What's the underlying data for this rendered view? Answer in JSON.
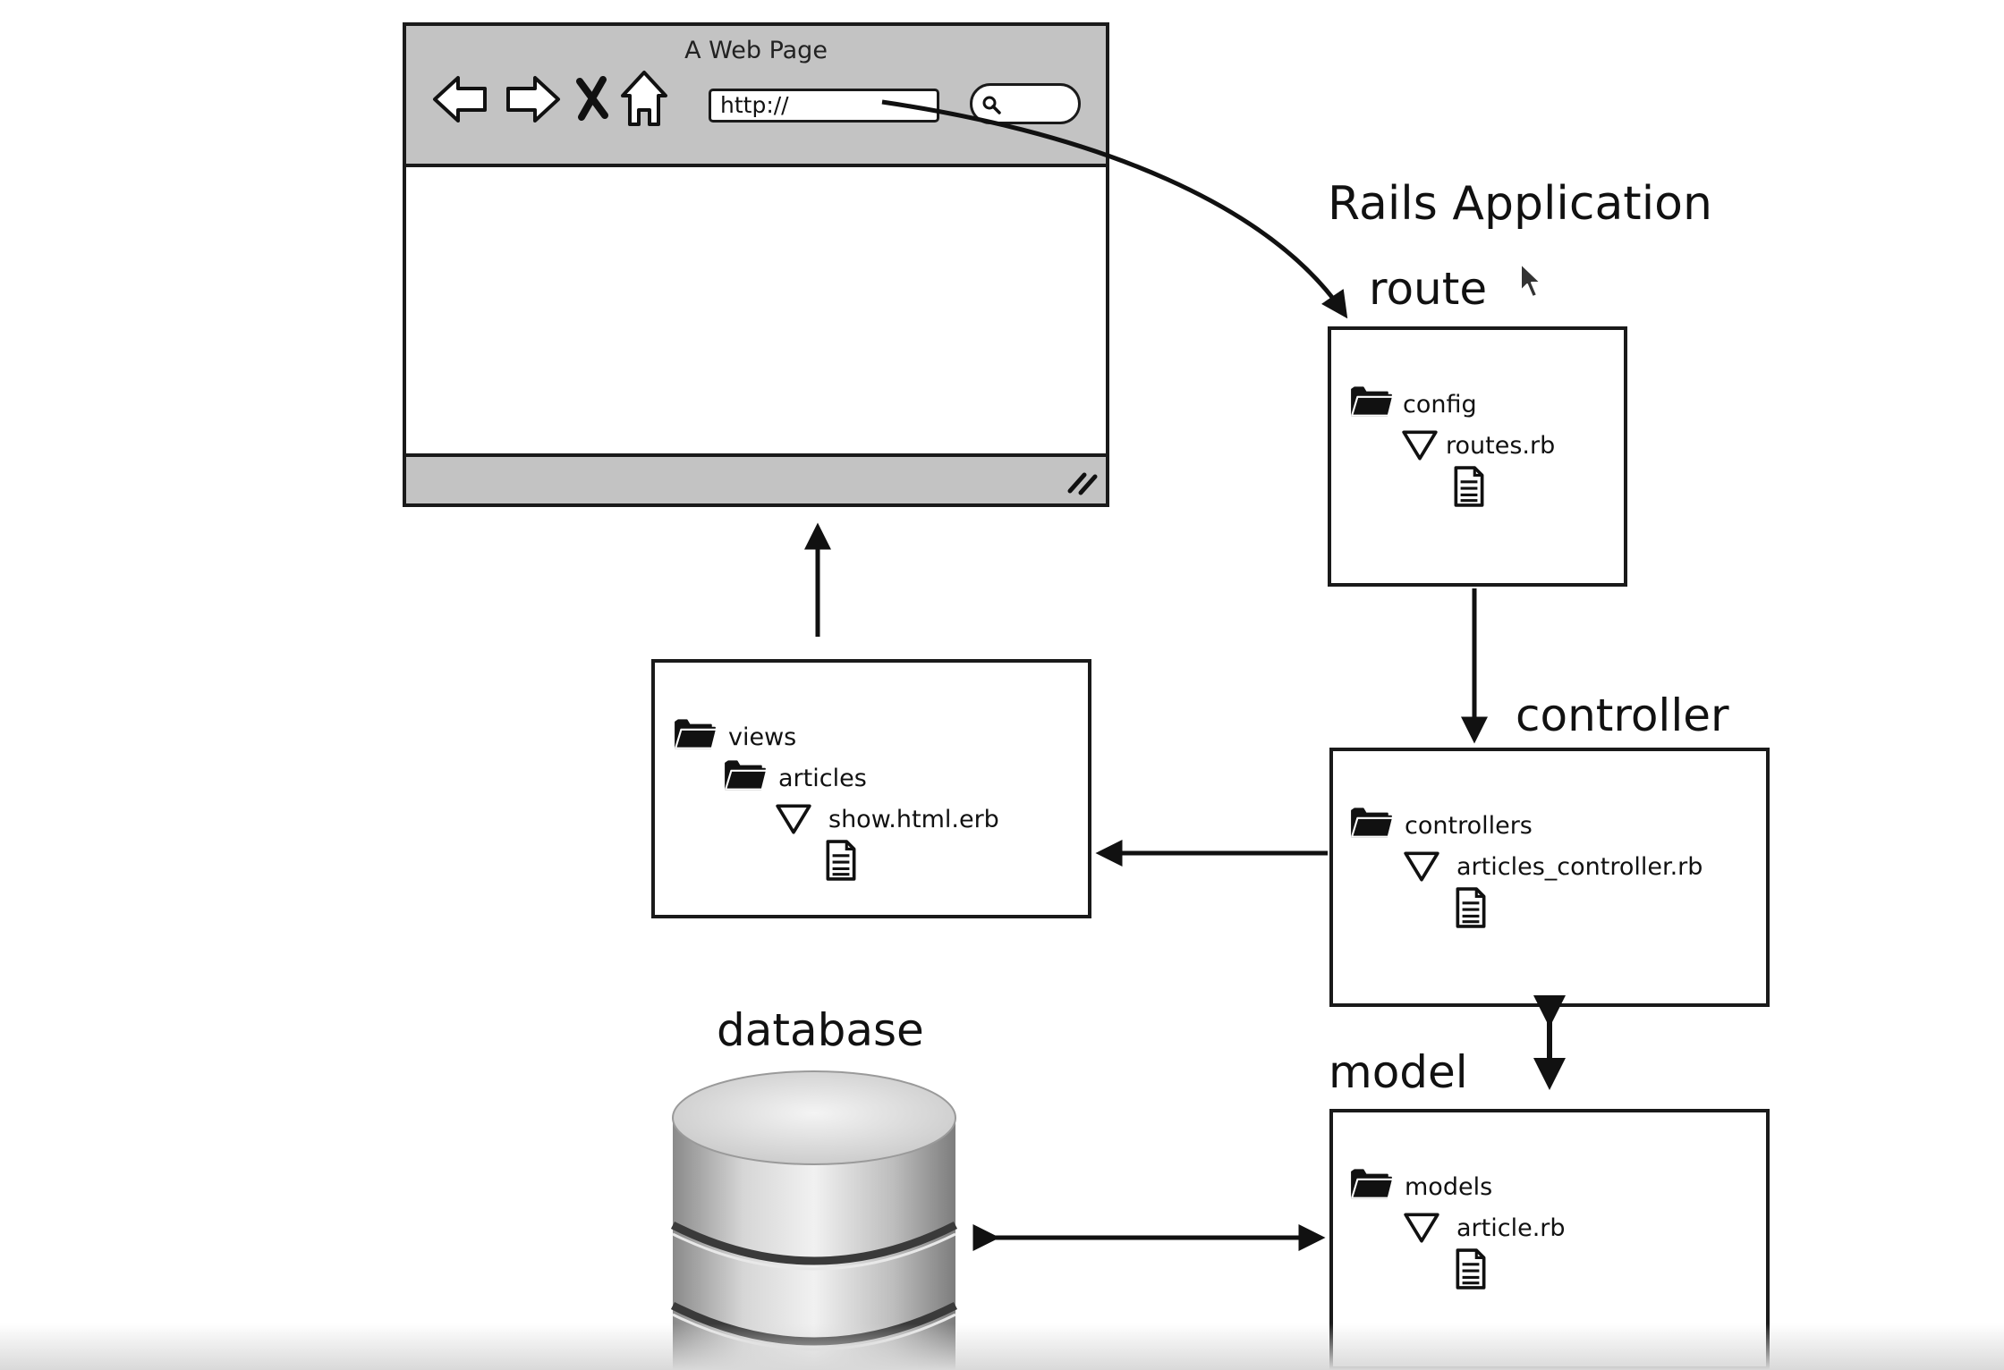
{
  "browser": {
    "title": "A Web Page",
    "address": "http://"
  },
  "rails_app": {
    "title": "Rails Application"
  },
  "route": {
    "heading": "route",
    "folder": "config",
    "file": "routes.rb"
  },
  "controller": {
    "heading": "controller",
    "folder": "controllers",
    "file": "articles_controller.rb"
  },
  "views": {
    "folder": "views",
    "subfolder": "articles",
    "file": "show.html.erb"
  },
  "model": {
    "heading": "model",
    "folder": "models",
    "file": "article.rb"
  },
  "database": {
    "heading": "database"
  },
  "colors": {
    "stroke": "#1a1a1a",
    "toolbar": "#c3c3c3"
  }
}
